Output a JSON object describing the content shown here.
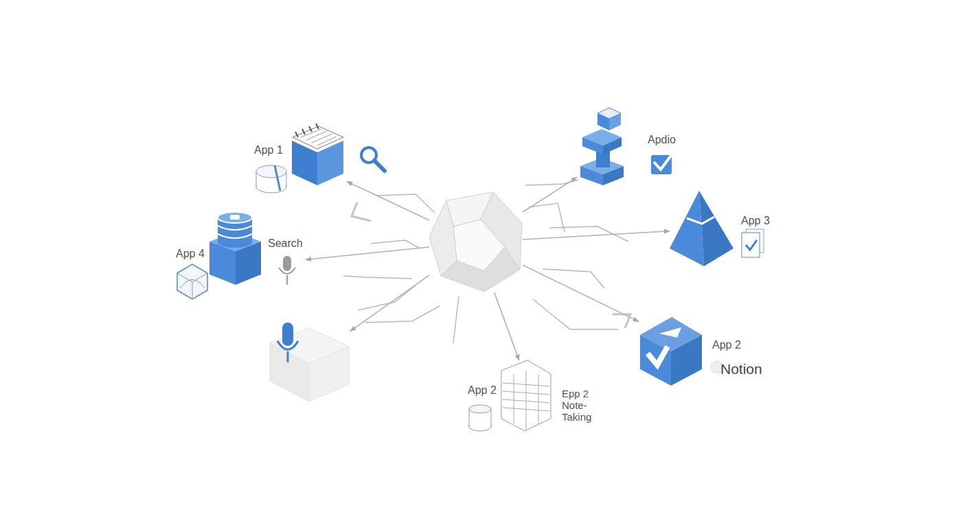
{
  "diagram": {
    "nodes": [
      {
        "text": [
          "App 1"
        ]
      },
      {
        "text": [
          "Apdio"
        ]
      },
      {
        "text": [
          "App 3"
        ]
      },
      {
        "text": [
          "App 4"
        ]
      },
      {
        "text": [
          "Search"
        ]
      },
      {
        "text": []
      },
      {
        "text": [
          "App 2",
          "Notion"
        ]
      },
      {
        "text": []
      },
      {
        "text": [
          "App 2",
          "Epp 2 Note-Taking"
        ]
      }
    ],
    "edges": [
      {
        "from": 5,
        "to": 0,
        "arrow": "to"
      },
      {
        "from": 5,
        "to": 1,
        "arrow": "to"
      },
      {
        "from": 5,
        "to": 2,
        "arrow": "to"
      },
      {
        "from": 5,
        "to": 4,
        "arrow": "to"
      },
      {
        "from": 5,
        "to": 6,
        "arrow": "to"
      },
      {
        "from": 5,
        "to": 7,
        "arrow": "to"
      },
      {
        "from": 5,
        "to": 8,
        "arrow": "to"
      }
    ]
  }
}
